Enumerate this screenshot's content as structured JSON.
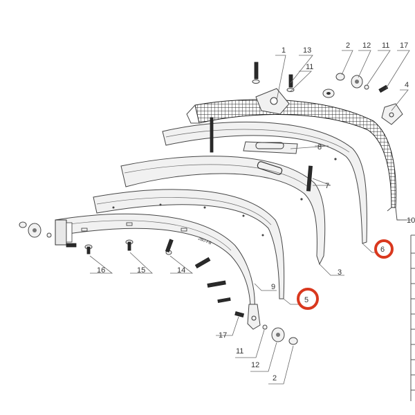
{
  "callouts": [
    {
      "id": "c1",
      "label": "1"
    },
    {
      "id": "c13",
      "label": "13"
    },
    {
      "id": "c11a",
      "label": "11"
    },
    {
      "id": "c2a",
      "label": "2"
    },
    {
      "id": "c12a",
      "label": "12"
    },
    {
      "id": "c11b",
      "label": "11"
    },
    {
      "id": "c17a",
      "label": "17"
    },
    {
      "id": "c4",
      "label": "4"
    },
    {
      "id": "c8",
      "label": "8"
    },
    {
      "id": "c7",
      "label": "7"
    },
    {
      "id": "c10",
      "label": "10"
    },
    {
      "id": "c6",
      "label": "6"
    },
    {
      "id": "c3",
      "label": "3"
    },
    {
      "id": "c5",
      "label": "5"
    },
    {
      "id": "c9",
      "label": "9"
    },
    {
      "id": "c16",
      "label": "16"
    },
    {
      "id": "c15",
      "label": "15"
    },
    {
      "id": "c14",
      "label": "14"
    },
    {
      "id": "c17b",
      "label": "17"
    },
    {
      "id": "c11c",
      "label": "11"
    },
    {
      "id": "c12b",
      "label": "12"
    },
    {
      "id": "c2b",
      "label": "2"
    }
  ],
  "highlight_color": "#d9381e",
  "part_text": "2B0-FB"
}
